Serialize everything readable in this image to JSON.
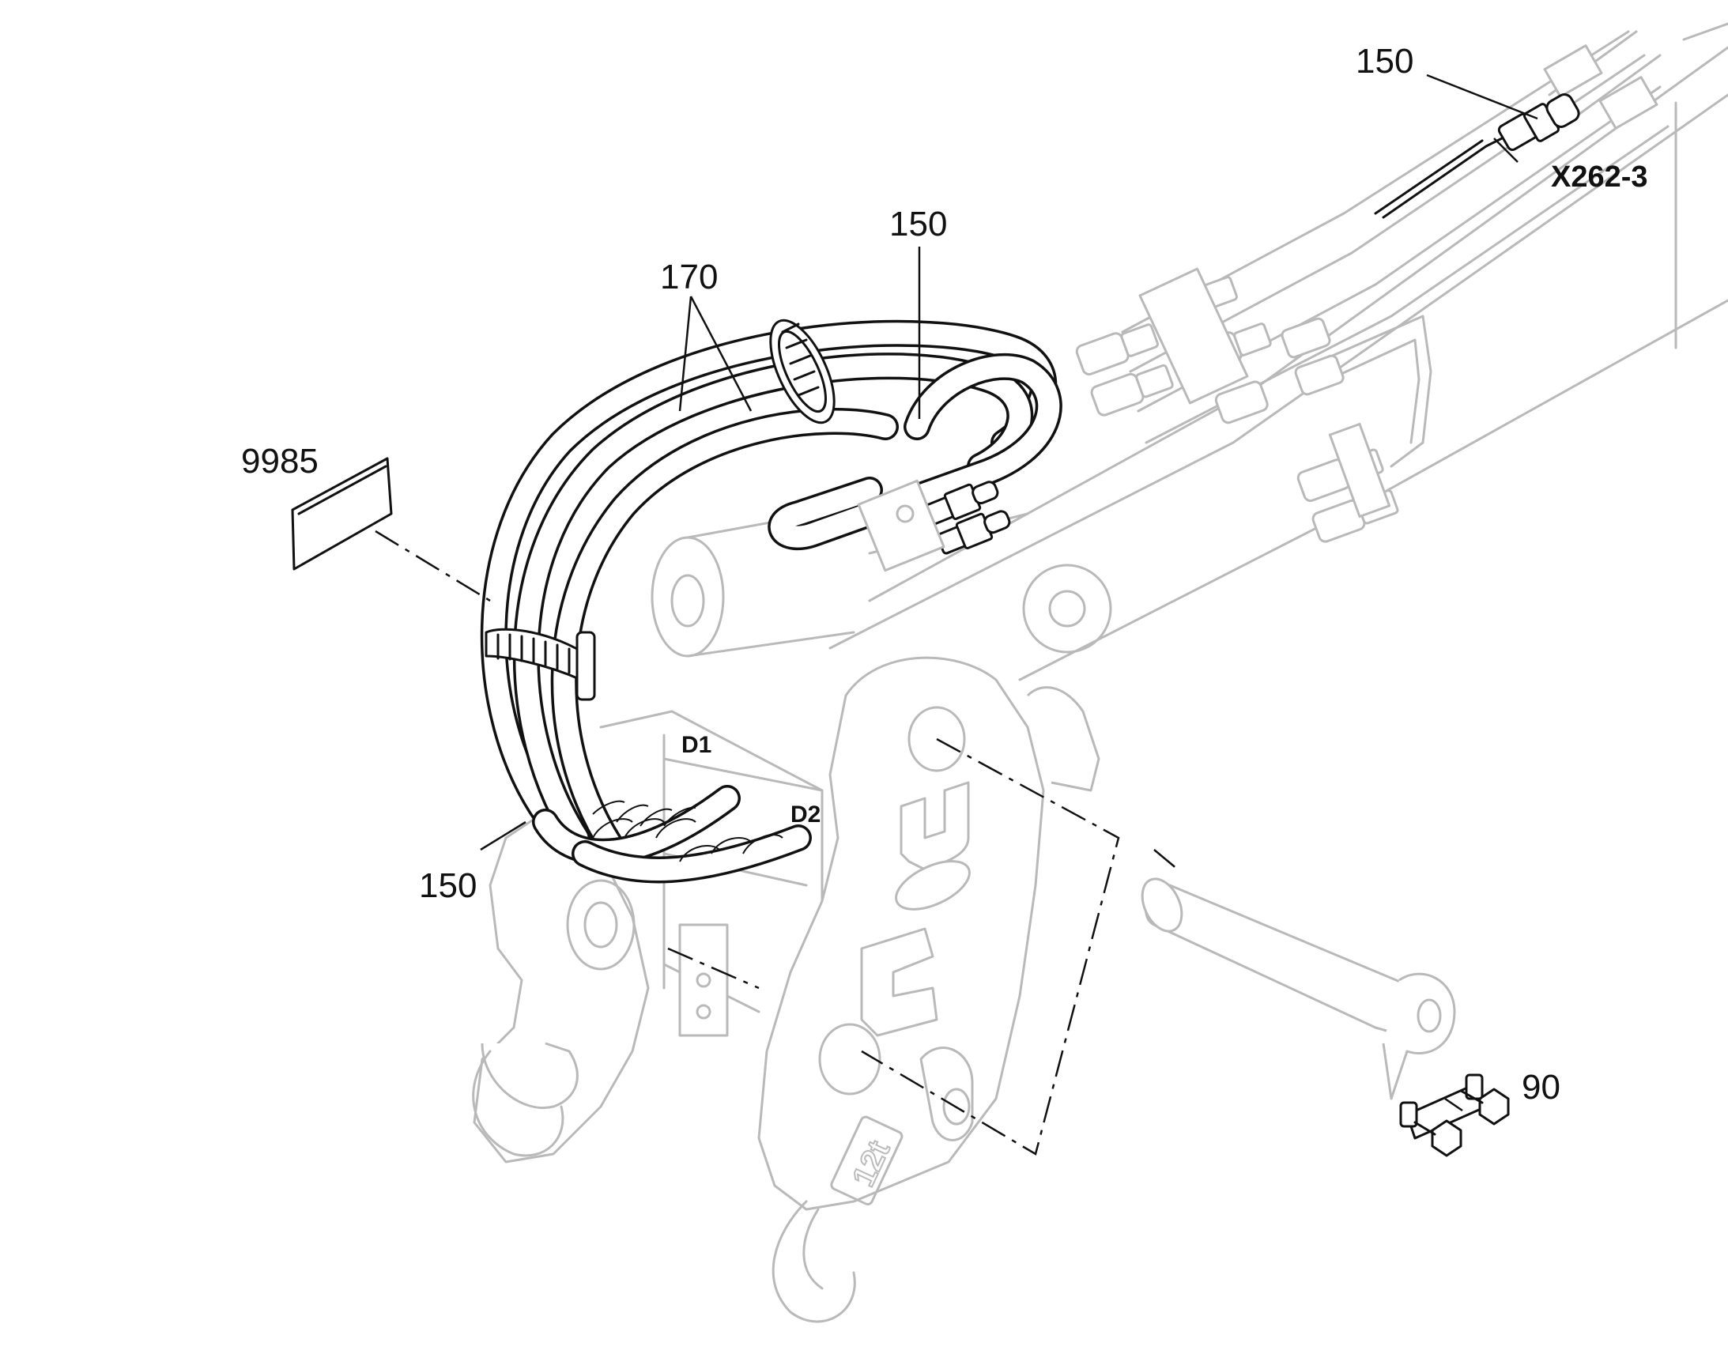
{
  "callouts": {
    "c150_top": "150",
    "x262": "X262-3",
    "c150_mid": "150",
    "c170": "170",
    "c9985": "9985",
    "c150_low": "150",
    "c90": "90"
  },
  "ports": {
    "d1": "D1",
    "d2": "D2"
  },
  "plate_marking": "12t"
}
